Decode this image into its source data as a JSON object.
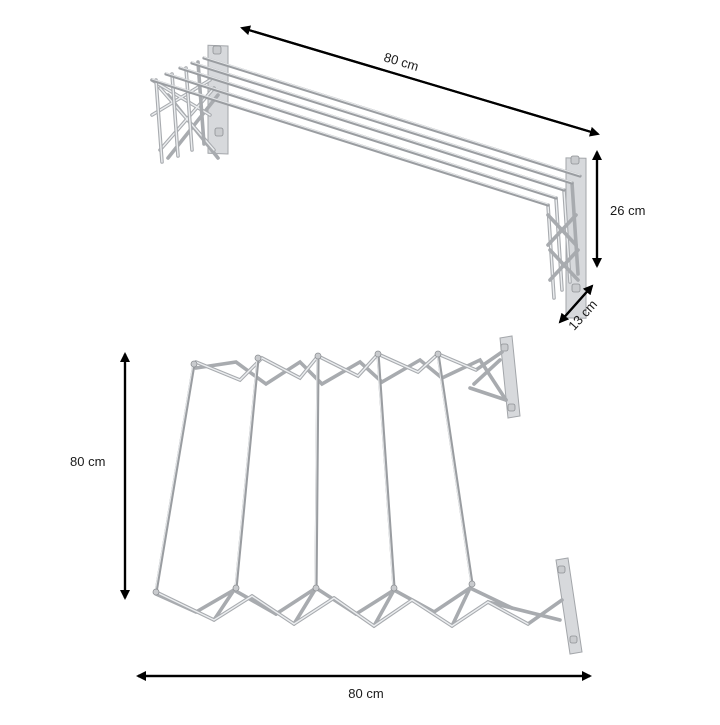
{
  "dimensions": {
    "top_width": "80 cm",
    "top_height": "26 cm",
    "top_depth": "13 cm",
    "bottom_extension": "80 cm",
    "bottom_width": "80 cm"
  },
  "colors": {
    "arrow": "#000000",
    "steel": "#9a9da1",
    "steel_highlight": "#e4e6e8",
    "mount_plate": "#d7d9dc"
  },
  "figures": {
    "top_view": {
      "rod_count": 5,
      "state": "folded"
    },
    "bottom_view": {
      "rod_count": 5,
      "state": "extended"
    }
  }
}
